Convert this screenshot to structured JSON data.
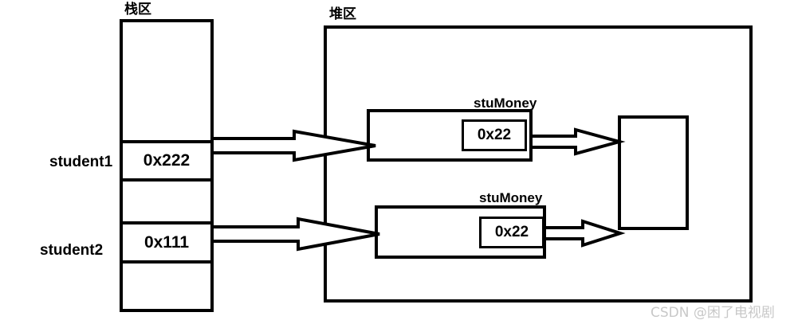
{
  "diagram": {
    "title_stack": "栈区",
    "title_heap": "堆区",
    "stack": {
      "cells": [
        {
          "name": "empty-top",
          "label": "",
          "value": ""
        },
        {
          "name": "student1",
          "label": "student1",
          "value": "0x222"
        },
        {
          "name": "empty-mid",
          "label": "",
          "value": ""
        },
        {
          "name": "student2",
          "label": "student2",
          "value": "0x111"
        },
        {
          "name": "empty-bottom",
          "label": "",
          "value": ""
        }
      ]
    },
    "heap": {
      "objects": [
        {
          "name": "object-1",
          "field_label": "stuMoney",
          "field_value": "0x22"
        },
        {
          "name": "object-2",
          "field_label": "stuMoney",
          "field_value": "0x22"
        }
      ],
      "shared_block": {
        "name": "shared-money-block",
        "value": ""
      }
    },
    "arrows": [
      {
        "from": "student1",
        "to": "object-1"
      },
      {
        "from": "student2",
        "to": "object-2"
      },
      {
        "from": "object-1-stuMoney",
        "to": "shared-money-block"
      },
      {
        "from": "object-2-stuMoney",
        "to": "shared-money-block"
      }
    ]
  },
  "watermark": "CSDN @困了电视剧"
}
